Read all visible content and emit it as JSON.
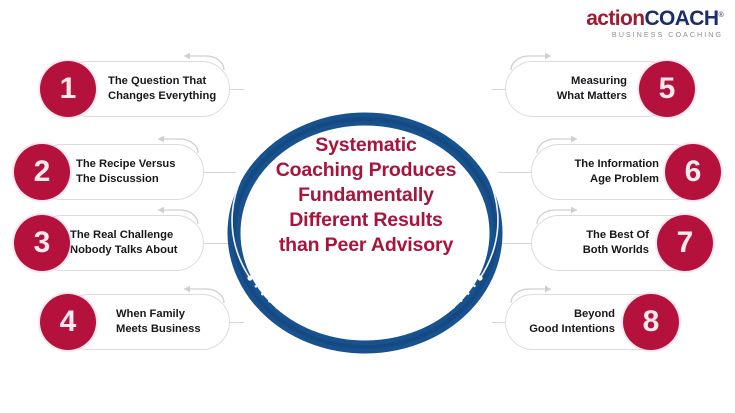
{
  "logo": {
    "name": "actionCOACH",
    "word_part_1": "action",
    "word_part_2": "COACH",
    "trademark": "®",
    "tagline": "BUSINESS COACHING",
    "color_action": "#9e1b32",
    "color_coach": "#1b2d6b",
    "color_tagline": "#8a8f99"
  },
  "center": {
    "title_lines": [
      "Systematic",
      "Coaching Produces",
      "Fundamentally",
      "Different Results",
      "than Peer Advisory"
    ],
    "title_color": "#a8143c",
    "ring_color": "#17528f",
    "ring_color_dark": "#123f70",
    "ring_accent_color": "#ffffff"
  },
  "items": {
    "left": [
      {
        "number": "1",
        "label_lines": [
          "The Question That",
          "Changes Everything"
        ]
      },
      {
        "number": "2",
        "label_lines": [
          "The Recipe Versus",
          "The Discussion"
        ]
      },
      {
        "number": "3",
        "label_lines": [
          "The Real Challenge",
          "Nobody Talks About"
        ]
      },
      {
        "number": "4",
        "label_lines": [
          "When Family",
          "Meets Business"
        ]
      }
    ],
    "right": [
      {
        "number": "5",
        "label_lines": [
          "Measuring",
          "What Matters"
        ]
      },
      {
        "number": "6",
        "label_lines": [
          "The Information",
          "Age Problem"
        ]
      },
      {
        "number": "7",
        "label_lines": [
          "The Best Of",
          "Both Worlds"
        ]
      },
      {
        "number": "8",
        "label_lines": [
          "Beyond",
          "Good Intentions"
        ]
      }
    ]
  },
  "style": {
    "background": "#ffffff",
    "card_border": "#dcdcdf",
    "connector_color": "#d7d7da",
    "number_circle_color": "#b4123c",
    "number_text_color": "#ffe9ef",
    "label_text_color": "#18181c"
  }
}
